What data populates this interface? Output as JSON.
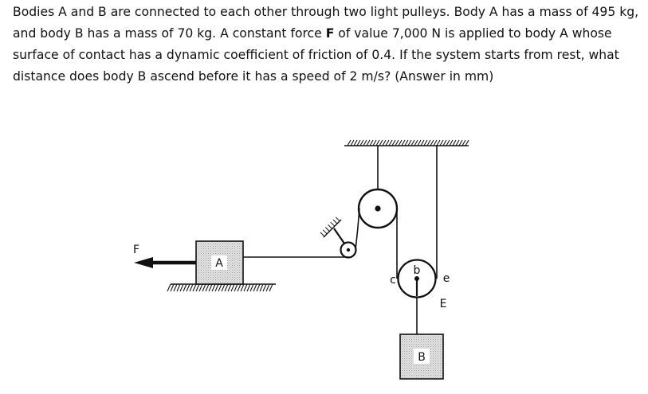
{
  "problem": {
    "part1": "Bodies A and B are connected to each other through two light pulleys. Body A has a mass of 495 kg, and body B has a mass of 70 kg. A constant force ",
    "force_symbol": "F",
    "part2": " of value 7,000 N is applied to body A whose surface of contact has a dynamic coefficient of friction of 0.4. If the system starts from rest, what distance does body B ascend before it has a speed of 2 m/s? (Answer in mm)"
  },
  "diagram": {
    "labels": {
      "force": "F",
      "block_a": "A",
      "block_b": "B",
      "point_b": "b",
      "point_c": "c",
      "point_e": "e",
      "point_E": "E"
    }
  }
}
